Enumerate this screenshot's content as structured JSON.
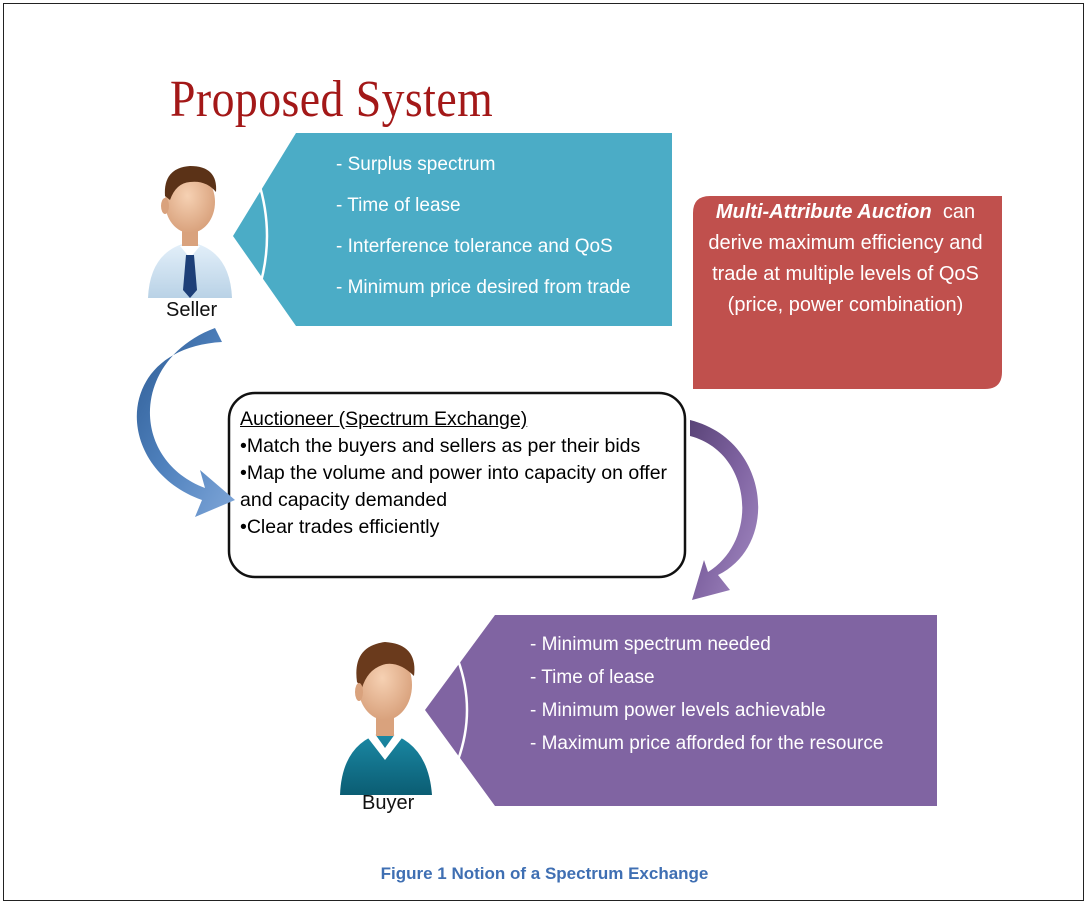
{
  "page": {
    "title": "Proposed System",
    "caption": "Figure 1 Notion of a Spectrum Exchange"
  },
  "seller": {
    "label": "Seller",
    "items": [
      "- Surplus spectrum",
      "- Time of lease",
      "- Interference tolerance and QoS",
      "- Minimum price desired from trade"
    ]
  },
  "auction": {
    "emphasis": "Multi-Attribute Auction",
    "text": "can derive maximum efficiency and trade at multiple levels of QoS (price, power combination)"
  },
  "auctioneer": {
    "heading": "Auctioneer (Spectrum Exchange)",
    "items": [
      "•Match the buyers and sellers as per their bids",
      "•Map the volume and power into capacity on offer and capacity demanded",
      "•Clear trades efficiently"
    ]
  },
  "buyer": {
    "label": "Buyer",
    "items": [
      "- Minimum spectrum needed",
      "- Time of lease",
      "- Minimum power levels achievable",
      "- Maximum price afforded for the resource"
    ]
  },
  "colors": {
    "title": "#a31818",
    "seller_panel": "#4bacc6",
    "auction_box": "#c0504d",
    "buyer_panel": "#8064a2",
    "seller_arrow": "#4f81bd",
    "buyer_arrow": "#8064a2",
    "caption": "#3f6fb3"
  },
  "icons": [
    "seller-person-icon",
    "buyer-person-icon"
  ]
}
